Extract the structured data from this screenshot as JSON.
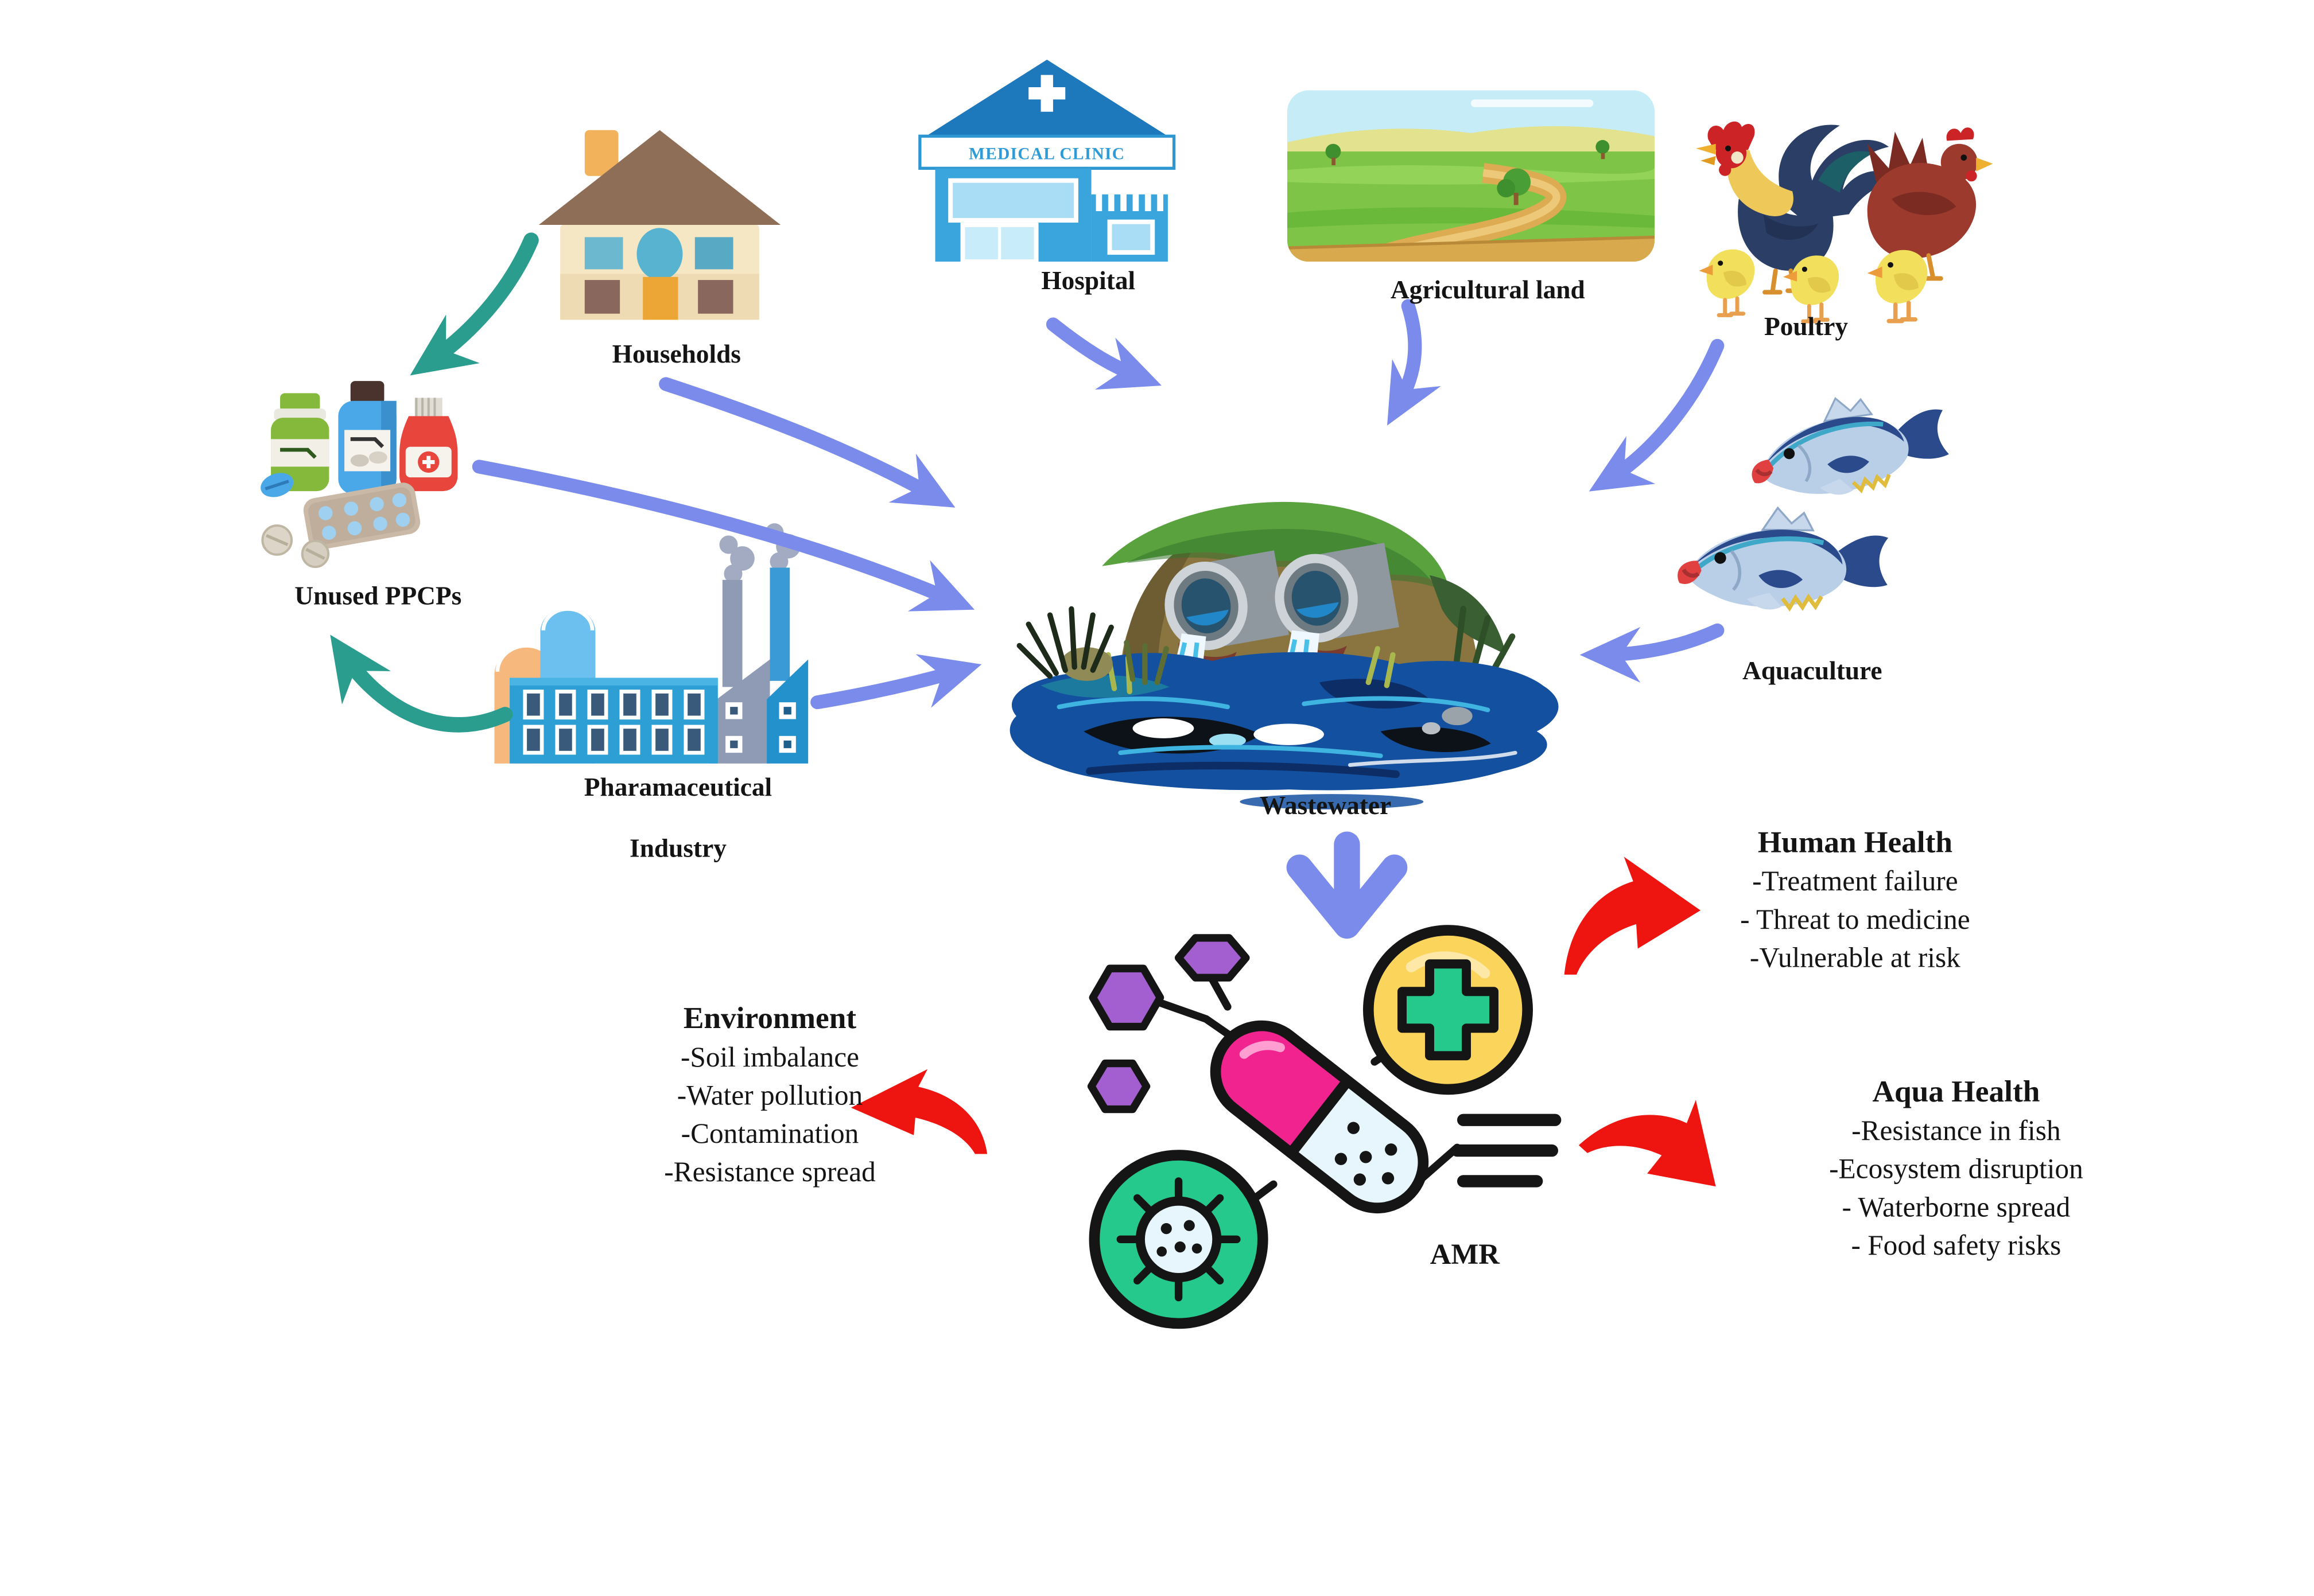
{
  "colors": {
    "arrow_blue": "#7b8bec",
    "arrow_teal": "#2a9d8f",
    "arrow_red": "#ee1410",
    "text": "#141414",
    "capsule_pink": "#f0238f",
    "cross_green": "#25c98b",
    "circle_yellow": "#fbd45c",
    "hexagon_purple": "#a35fd0"
  },
  "nodes": {
    "households": {
      "label": "Households",
      "icon": "house-icon"
    },
    "hospital": {
      "label": "Hospital",
      "sign": "MEDICAL CLINIC",
      "icon": "hospital-building-icon"
    },
    "agricultural_land": {
      "label": "Agricultural land",
      "icon": "farmland-icon"
    },
    "poultry": {
      "label": "Poultry",
      "icon": "poultry-flock-icon"
    },
    "unused_ppcps": {
      "label": "Unused PPCPs",
      "icon": "medicine-bottles-icon"
    },
    "pharmaceutical_industry": {
      "label_line1": "Pharamaceutical",
      "label_line2": "Industry",
      "icon": "factory-icon"
    },
    "wastewater": {
      "label": "Wastewater",
      "icon": "wastewater-outfall-icon"
    },
    "aquaculture": {
      "label": "Aquaculture",
      "icon": "fish-pair-icon"
    },
    "amr": {
      "label": "AMR",
      "icon": "amr-capsule-icon"
    }
  },
  "outcomes": {
    "human_health": {
      "title": "Human Health",
      "items": [
        "-Treatment failure",
        "- Threat to medicine",
        "-Vulnerable at risk"
      ]
    },
    "environment": {
      "title": "Environment",
      "items": [
        "-Soil imbalance",
        "-Water pollution",
        "-Contamination",
        "-Resistance spread"
      ]
    },
    "aqua_health": {
      "title": "Aqua Health",
      "items": [
        "-Resistance in fish",
        "-Ecosystem disruption",
        "- Waterborne spread",
        "- Food safety risks"
      ]
    }
  }
}
